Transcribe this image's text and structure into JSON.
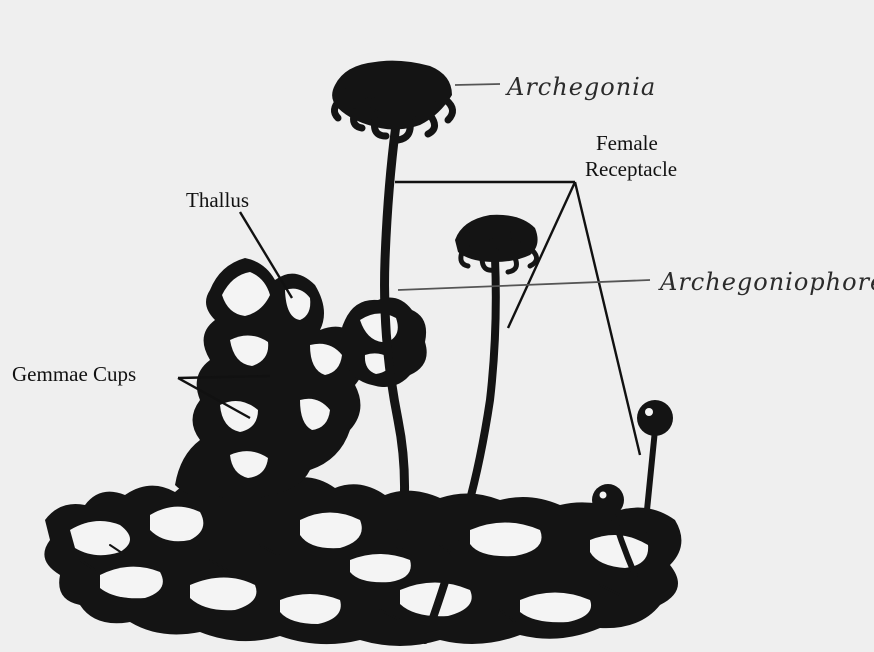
{
  "labels": {
    "archegonia": "Archegonia",
    "female_receptacle_line1": "Female",
    "female_receptacle_line2": "Receptacle",
    "thallus": "Thallus",
    "archegoniophore": "Archegoniophore",
    "gemmae_cups": "Gemmae Cups"
  },
  "colors": {
    "paper": "#efefef",
    "ink": "#141414",
    "pencil": "#2b2b2b"
  }
}
